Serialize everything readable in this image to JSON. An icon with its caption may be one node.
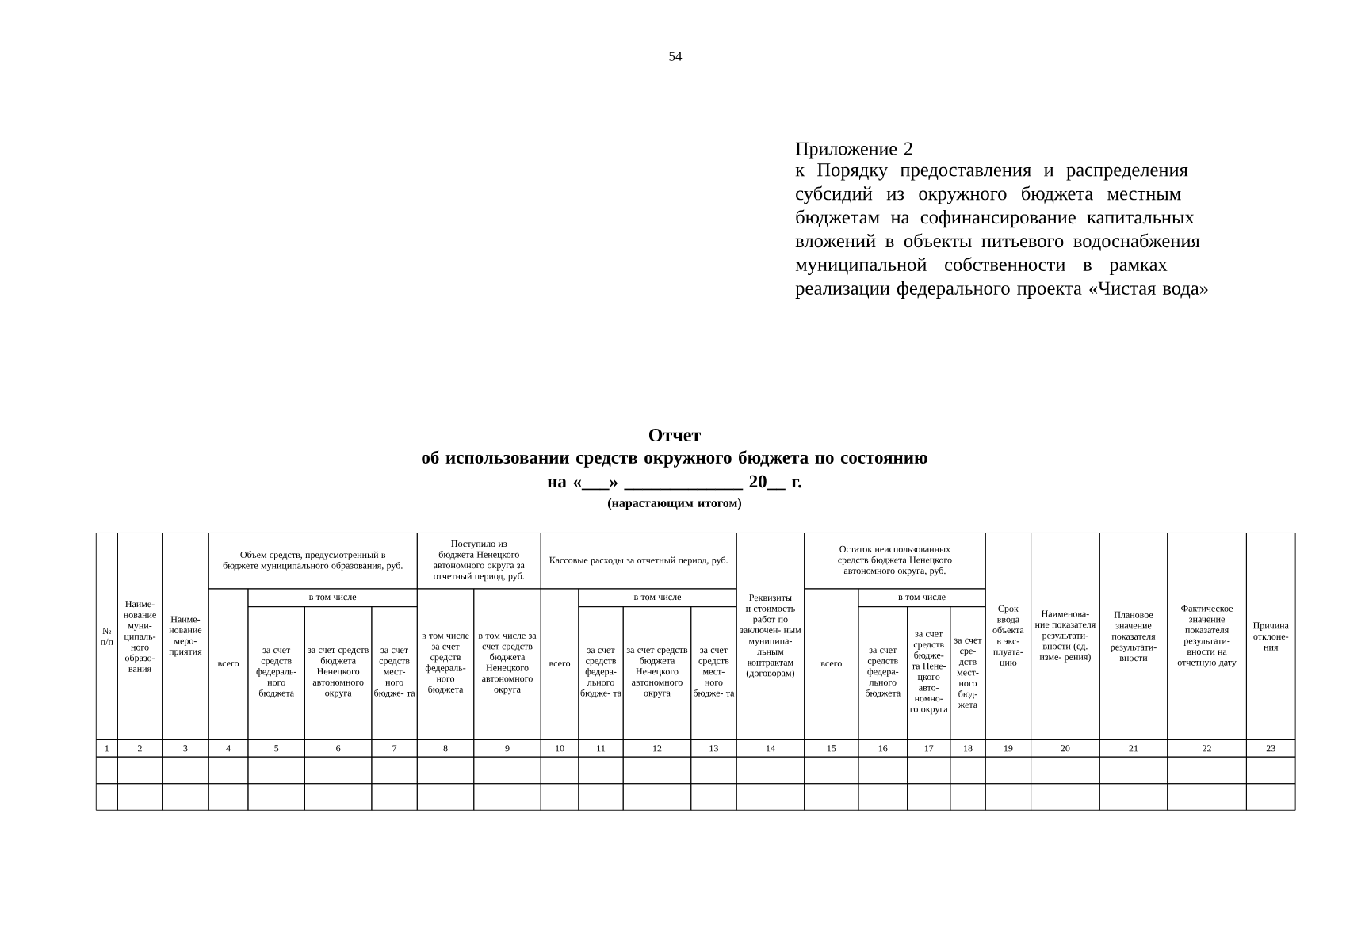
{
  "diagram": {
    "title": "Отчет",
    "labels": [
      "54",
      "Приложение 2",
      "к Порядку предоставления и распределения субсидий из окружного бюджета местным бюджетам на софинансирование капитальных вложений в объекты питьевого водоснабжения муниципальной собственности в рамках реализации федерального проекта «Чистая вода»",
      "об использовании средств окружного бюджета по состоянию",
      "на «___» _____________ 20__ г.",
      "(нарастающим итогом)",
      "№ п/п",
      "Наиме- нование муни- ципаль- ного образо- вания",
      "Наиме- нование меро- приятия",
      "Объем средств, предусмотренный в бюджете муниципального образования, руб.",
      "Поступило из бюджета Ненецкого автономного округа за отчетный период, руб.",
      "Кассовые расходы за отчетный период, руб.",
      "Реквизиты и стоимость работ по заключен- ным муниципа- льным контрактам (договорам)",
      "Остаток неиспользованных средств бюджета Ненецкого автономного округа, руб.",
      "Срок ввода объекта в экс- плуата- цию",
      "Наименова- ние показателя результати- вности (ед. изме- рения)",
      "Плановое значение показателя результати- вности",
      "Фактическое значение показателя результати- вности на отчетную дату",
      "Причина отклоне- ния",
      "всего",
      "в том числе",
      "в том числе за счет средств федераль- ного бюджета",
      "в том числе за счет средств бюджета Ненецкого автономного округа",
      "всего",
      "в том числе",
      "всего",
      "в том числе",
      "за счет средств федераль- ного бюджета",
      "за счет средств бюджета Ненецкого автономного округа",
      "за счет средств мест- ного бюдже- та",
      "за счет средств федера- льного бюдже- та",
      "за счет средств бюджета Ненецкого автономного округа",
      "за счет средств мест- ного бюдже- та",
      "за счет средств федера- льного бюджета",
      "за счет средств бюдже- та Нене- цкого авто- номно- го округа",
      "за счет сре- дств мест- ного бюд- жета",
      "1",
      "2",
      "3",
      "4",
      "5",
      "6",
      "7",
      "8",
      "9",
      "10",
      "11",
      "12",
      "13",
      "14",
      "15",
      "16",
      "17",
      "18",
      "19",
      "20",
      "21",
      "22",
      "23"
    ]
  }
}
